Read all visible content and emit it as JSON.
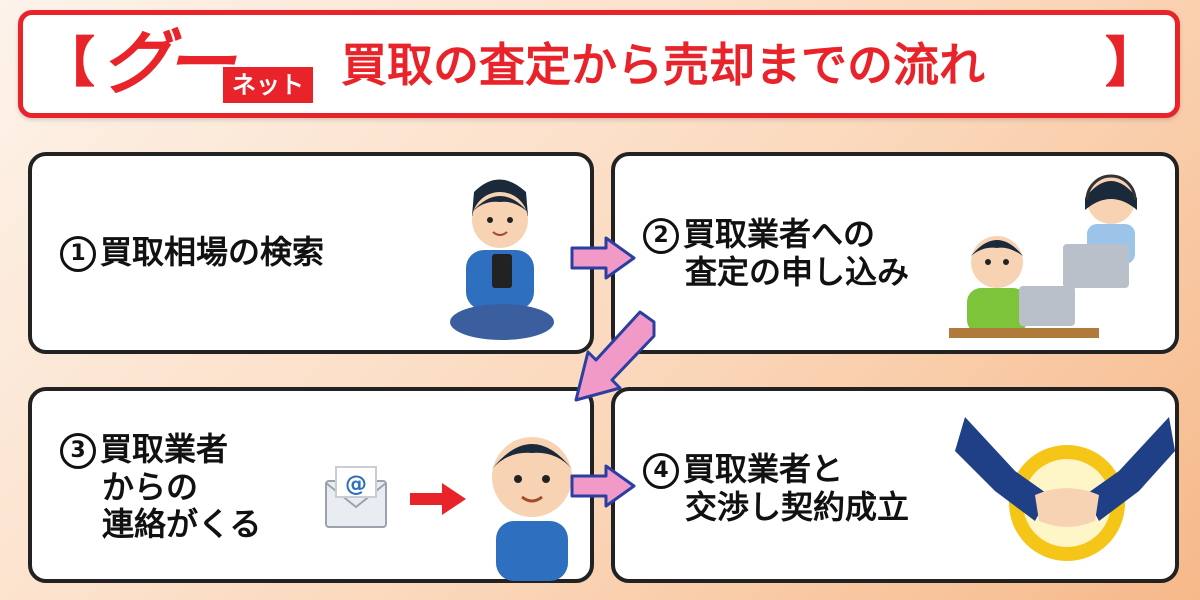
{
  "header": {
    "bracket_open": "【",
    "logo_main": "グー",
    "logo_sub": "ネット",
    "title": "買取の査定から売却までの流れ",
    "bracket_close": "】"
  },
  "steps": [
    {
      "number": "1",
      "lines": [
        "買取相場の検索"
      ]
    },
    {
      "number": "2",
      "lines": [
        "買取業者への",
        "査定の申し込み"
      ]
    },
    {
      "number": "3",
      "lines": [
        "買取業者",
        "からの",
        "連絡がくる"
      ]
    },
    {
      "number": "4",
      "lines": [
        "買取業者と",
        "交渉し契約成立"
      ]
    }
  ],
  "icons": {
    "email": "@"
  },
  "colors": {
    "accent": "#e8232a",
    "arrow_fill": "#f29ac7",
    "arrow_stroke": "#2b3fa3",
    "red_arrow": "#e8232a"
  }
}
